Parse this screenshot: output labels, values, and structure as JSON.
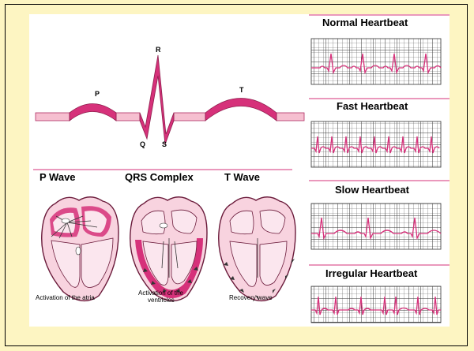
{
  "ecg": {
    "labels": {
      "p": "P",
      "q": "Q",
      "r": "R",
      "s": "S",
      "t": "T"
    },
    "color": "#d6317a",
    "light": "#f3b3c8"
  },
  "waves": [
    {
      "title": "P Wave",
      "caption": "Activation of the atria"
    },
    {
      "title": "QRS Complex",
      "caption_line1": "Activation of the",
      "caption_line2": "ventricles"
    },
    {
      "title": "T Wave",
      "caption": "Recovery wave"
    }
  ],
  "strips": [
    {
      "title": "Normal Heartbeat"
    },
    {
      "title": "Fast Heartbeat"
    },
    {
      "title": "Slow Heartbeat"
    },
    {
      "title": "Irregular Heartbeat"
    }
  ],
  "colors": {
    "background": "#fdf5c2",
    "grid": "#444444",
    "trace": "#d6317a",
    "heart_fill": "#f8d3df",
    "heart_dark": "#c2386e"
  }
}
